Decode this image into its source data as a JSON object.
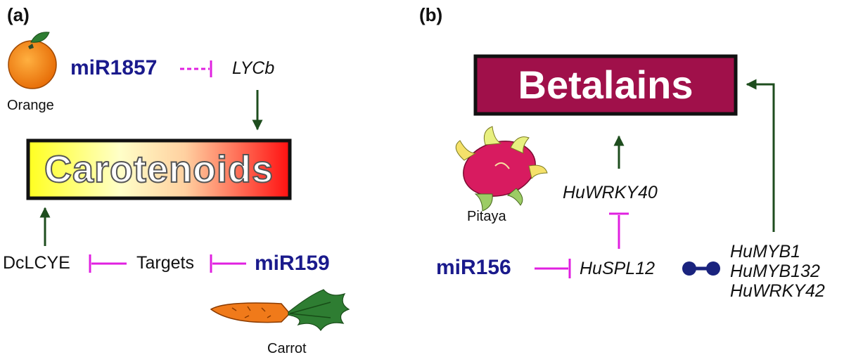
{
  "panel_a": {
    "label": "(a)",
    "orange_caption": "Orange",
    "mir1857": "miR1857",
    "lycb": "LYCb",
    "carotenoids": "Carotenoids",
    "dclcye": "DcLCYE",
    "targets": "Targets",
    "mir159": "miR159",
    "carrot_caption": "Carrot"
  },
  "panel_b": {
    "label": "(b)",
    "betalains": "Betalains",
    "pitaya_caption": "Pitaya",
    "huwrky40": "HuWRKY40",
    "mir156": "miR156",
    "huspl12": "HuSPL12",
    "humyb1": "HuMYB1",
    "humyb132": "HuMYB132",
    "huwrky42": "HuWRKY42"
  },
  "colors": {
    "mirna_text": "#1a1a8c",
    "inhibition": "#e020e0",
    "activation_arrow": "#1e4d1e",
    "betalains_fill": "#a0104a",
    "interaction_dots": "#1a237e",
    "carotenoids_gradient": [
      "#ffff20",
      "#ff1010"
    ]
  }
}
